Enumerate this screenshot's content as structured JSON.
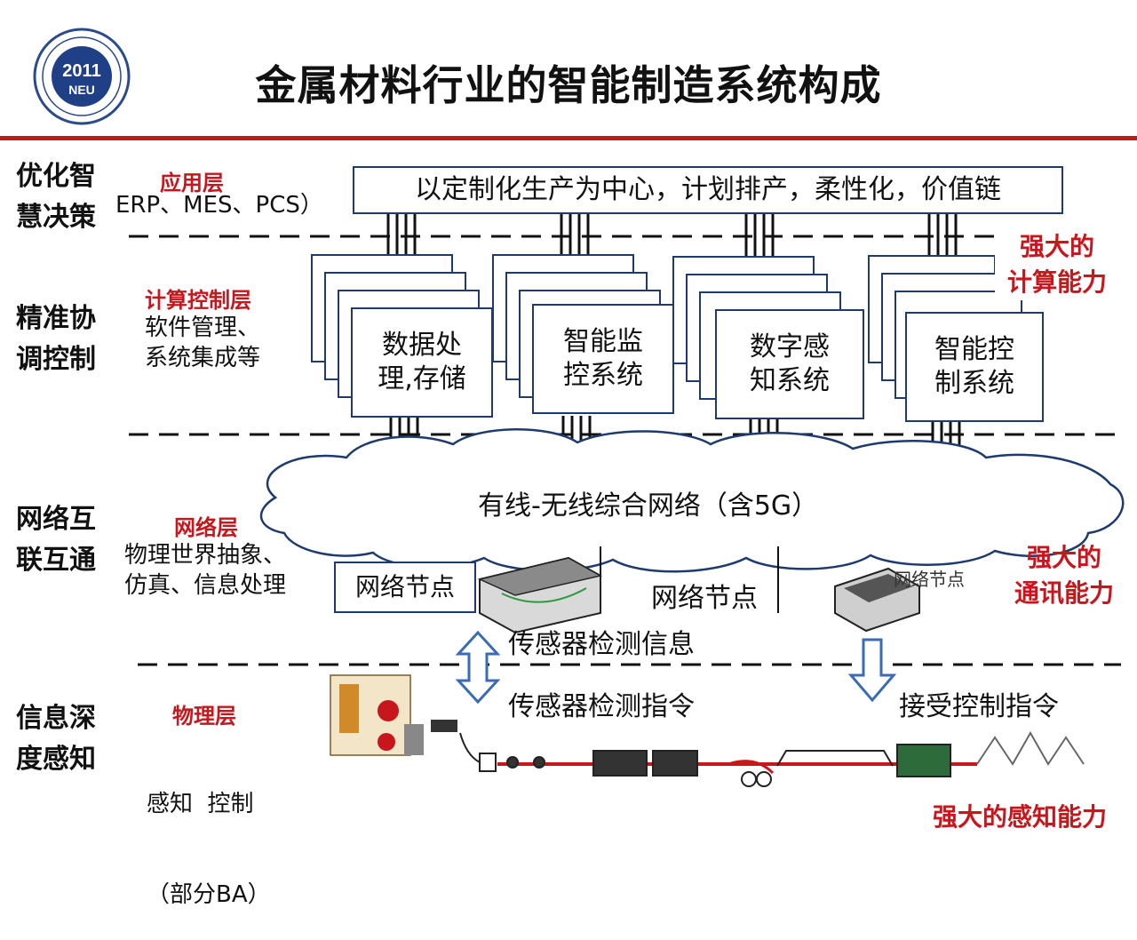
{
  "title": "金属材料行业的智能制造系统构成",
  "logo": {
    "year": "2011",
    "text": "NEU"
  },
  "side_labels": [
    {
      "line1": "优化智",
      "line2": "慧决策"
    },
    {
      "line1": "精准协",
      "line2": "调控制"
    },
    {
      "line1": "网络互",
      "line2": "联互通"
    },
    {
      "line1": "信息深",
      "line2": "度感知"
    }
  ],
  "layers": {
    "application": {
      "title": "应用层",
      "desc1": "ERP、MES、PCS）"
    },
    "compute": {
      "title": "计算控制层",
      "desc1": "软件管理、",
      "desc2": "系统集成等"
    },
    "network": {
      "title": "网络层",
      "desc1": "物理世界抽象、",
      "desc2": "仿真、信息处理"
    },
    "physical": {
      "title": "物理层",
      "desc1": "感知  控制",
      "desc2": "（部分BA）"
    }
  },
  "top_box": "以定制化生产为中心，计划排产，柔性化，价值链",
  "systems": [
    {
      "line1": "数据处",
      "line2": "理,存储"
    },
    {
      "line1": "智能监",
      "line2": "控系统"
    },
    {
      "line1": "数字感",
      "line2": "知系统"
    },
    {
      "line1": "智能控",
      "line2": "制系统"
    }
  ],
  "capabilities": {
    "compute": {
      "line1": "强大的",
      "line2": "计算能力"
    },
    "comm": {
      "line1": "强大的",
      "line2": "通讯能力"
    },
    "sense": "强大的感知能力"
  },
  "cloud_label": "有线-无线综合网络（含5G）",
  "network_node_box": "网络节点",
  "network_node_center": "网络节点",
  "network_node_image": "网络节点",
  "sensor_info": "传感器检测信息",
  "sensor_cmd": "传感器检测指令",
  "receive_cmd": "接受控制指令",
  "colors": {
    "accent_red": "#c8161d",
    "box_border": "#1e3a6e",
    "arrow_blue": "#3b6bb5"
  }
}
